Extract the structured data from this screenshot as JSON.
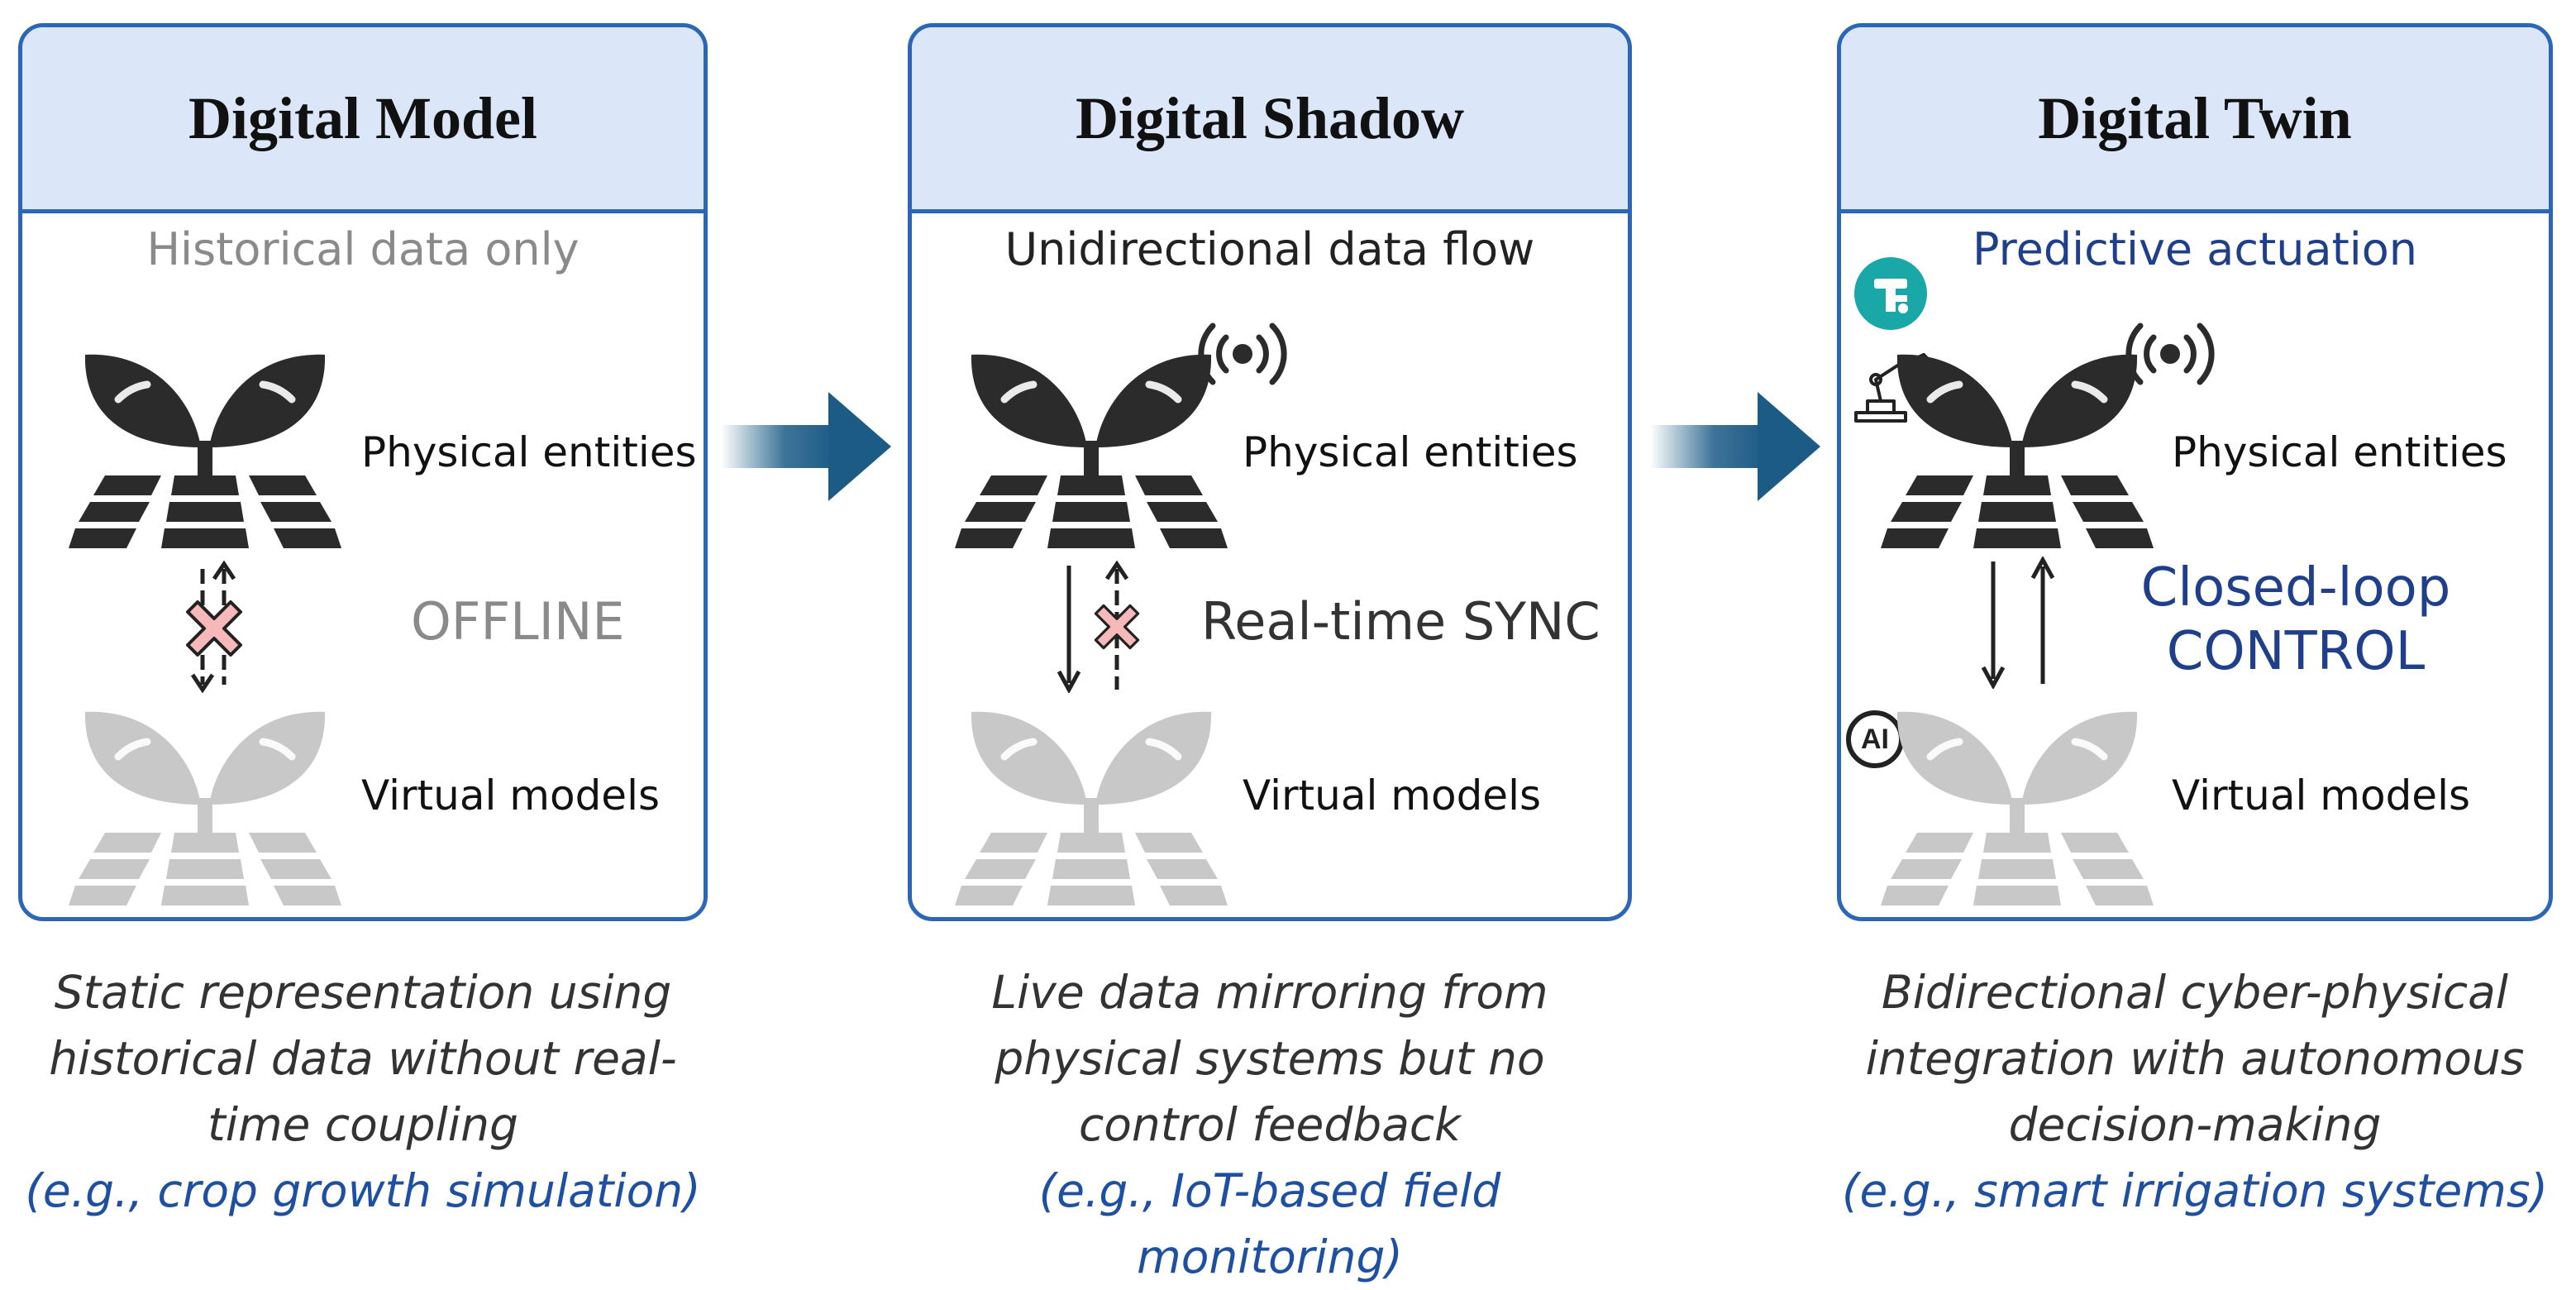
{
  "panels": [
    {
      "title": "Digital Model",
      "subtitle": "Historical data only",
      "physical_label": "Physical entities",
      "virtual_label": "Virtual models",
      "status": "OFFLINE",
      "caption": "Static representation using historical data without real-time coupling",
      "example": "(e.g., crop growth simulation)"
    },
    {
      "title": "Digital Shadow",
      "subtitle": "Unidirectional data flow",
      "physical_label": "Physical entities",
      "virtual_label": "Virtual models",
      "status": "Real-time SYNC",
      "caption": "Live data mirroring from physical systems but no control feedback",
      "example": "(e.g., IoT-based field monitoring)"
    },
    {
      "title": "Digital Twin",
      "subtitle": "Predictive actuation",
      "physical_label": "Physical entities",
      "virtual_label": "Virtual models",
      "status_line1": "Closed-loop",
      "status_line2": "CONTROL",
      "ai_badge": "AI",
      "caption": "Bidirectional cyber-physical integration with autonomous decision-making",
      "example": "(e.g., smart irrigation systems)"
    }
  ],
  "colors": {
    "border": "#2b66b7",
    "header_fill": "#dbe7f8",
    "plant_dark": "#2b2b2b",
    "plant_light": "#c8c8c8",
    "arrow": "#1b5b86",
    "accent_text": "#1f3f8a",
    "cross_fill": "#f6b8b8",
    "teal": "#1aa7a7"
  },
  "icons": [
    "sprout-field-icon",
    "signal-broadcast-icon",
    "robot-arm-icon",
    "tractor-icon",
    "ai-icon",
    "cross-icon",
    "up-arrow-icon",
    "down-arrow-icon"
  ]
}
